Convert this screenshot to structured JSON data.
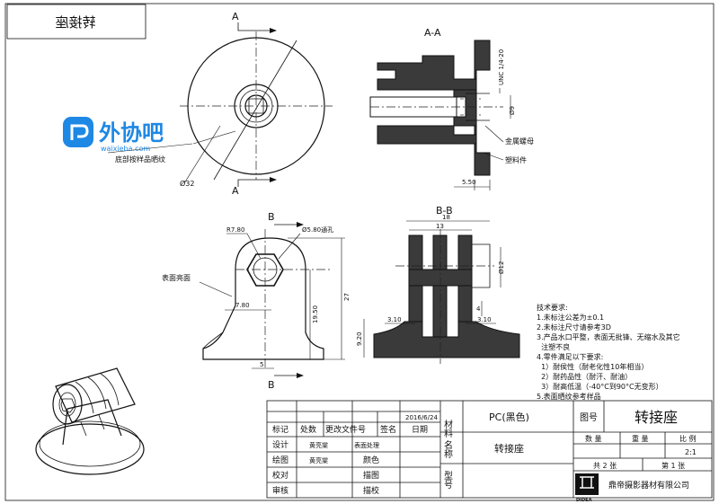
{
  "corner_box": {
    "text": "转接座"
  },
  "watermark": {
    "brand": "外协吧",
    "url": "waixieba.com"
  },
  "views": {
    "front": {
      "section_mark_top": "A",
      "section_mark_bottom": "A",
      "dia_label": "Ø32",
      "note": "底部按样品晒纹"
    },
    "section_aa": {
      "title": "A-A",
      "thread": "UNC 1/4-20",
      "dia_label": "Ø9",
      "metal_nut": "金属螺母",
      "plastic": "塑料件",
      "dim_width": "5.50"
    },
    "side": {
      "mark_top": "B",
      "mark_bottom": "B",
      "r_label": "R7.80",
      "hole_label": "Ø5.80通孔",
      "surface": "表面亮面",
      "d1": "7.80",
      "d2": "19.50",
      "d3": "27",
      "d4": "5"
    },
    "section_bb": {
      "title": "B-B",
      "d_total": "18",
      "d_inner": "13",
      "dia_label": "Ø12",
      "d_left": "3.10",
      "d_right": "3.10",
      "d_small": "4",
      "d_height": "9.20"
    }
  },
  "tech_req": {
    "title": "技术要求:",
    "lines": [
      "1.未标注公差为±0.1",
      "2.未标注尺寸请参考3D",
      "3.产品水口平整，表面无批锋、无缩水及其它",
      "  注塑不良",
      "4.零件满足以下要求:",
      "  1）耐侯性（耐老化性10年相当）",
      "  2）耐药品性（耐汗、耐油）",
      "  3）耐高低温（-40°C到90°C无变形）",
      "5.表面晒纹参考样品"
    ]
  },
  "title_block": {
    "date": "2016/6/24",
    "rev_labels": [
      "标记",
      "处数",
      "更改文件号",
      "签名",
      "日期"
    ],
    "left_rows": [
      {
        "label": "设计",
        "name": "黄亮棠",
        "role": "表面处理"
      },
      {
        "label": "绘图",
        "name": "黄亮棠",
        "role": "颜色"
      },
      {
        "label": "校对",
        "name": "",
        "role": "描图"
      },
      {
        "label": "审核",
        "name": "",
        "role": "描校"
      }
    ],
    "material_label": "材料",
    "material_value": "PC(黑色)",
    "name_label": "名称",
    "name_value": "转接座",
    "model_label": "型号",
    "drawing_no_label": "图号",
    "drawing_no_value": "转接座",
    "qty_label": "数 量",
    "weight_label": "重 量",
    "scale_label": "比 例",
    "scale_value": "2:1",
    "sheets_total": "共 2 张",
    "sheet_no": "第 1 张",
    "logo": "DIDEA",
    "company": "鼎帝摄影器材有限公司"
  }
}
